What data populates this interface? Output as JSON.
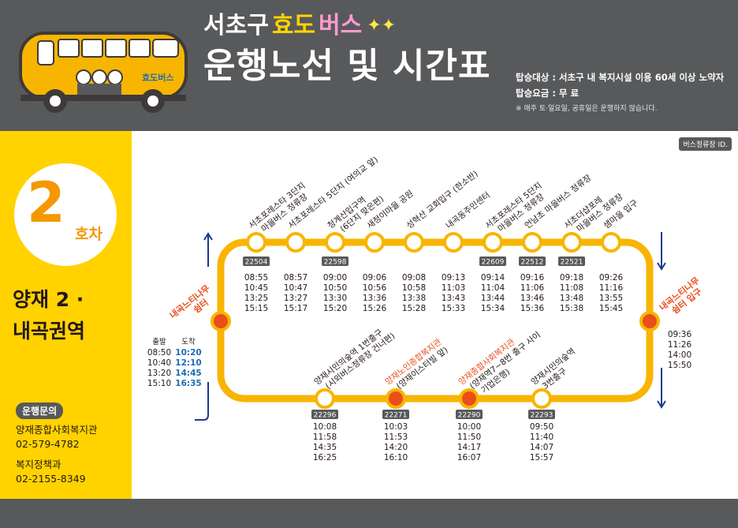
{
  "header": {
    "district": "서초구",
    "brand_hyo": "효도",
    "brand_bus": "버스",
    "title": "운행노선 및 시간표",
    "eligibility": "탑승대상 : 서초구 내 복지시설 이용 60세 이상 노약자",
    "fare": "탑승요금 : 무   료",
    "note": "※ 매주 토·일요일, 공휴일은 운행하지 않습니다.",
    "bus_sign": "효도버스"
  },
  "sidebar": {
    "route_number": "2",
    "route_suffix": "호차",
    "area_line1": "양재 2 ·",
    "area_line2": "내곡권역",
    "contact_badge": "운행문의",
    "contact1_name": "양재종합사회복지관",
    "contact1_phone": "02-579-4782",
    "contact2_name": "복지정책과",
    "contact2_phone": "02-2155-8349"
  },
  "legend": {
    "stop_id_tag": "버스정류장 ID."
  },
  "terminals": {
    "left_name_line1": "내곡느티나무",
    "left_name_line2": "쉼터",
    "right_name_line1": "내곡느티나무",
    "right_name_line2": "쉼터 입구",
    "dep_header": "출발",
    "arr_header": "도착",
    "departures": [
      "08:50",
      "10:40",
      "13:20",
      "15:10"
    ],
    "arrivals": [
      "10:20",
      "12:10",
      "14:45",
      "16:35"
    ],
    "right_times": [
      "09:36",
      "11:26",
      "14:00",
      "15:50"
    ]
  },
  "top_stops": [
    {
      "line1": "서초포레스타 3단지",
      "line2": "마을버스 정류장",
      "id": "22504",
      "times": [
        "08:55",
        "10:45",
        "13:25",
        "15:15"
      ]
    },
    {
      "line1": "서초포레스타 5단지 (여의교 앞)",
      "line2": "",
      "id": "",
      "times": [
        "08:57",
        "10:47",
        "13:27",
        "15:17"
      ]
    },
    {
      "line1": "청계산입구역",
      "line2": "(6단지 맞은편)",
      "id": "22598",
      "times": [
        "09:00",
        "10:50",
        "13:30",
        "15:20"
      ]
    },
    {
      "line1": "새정이마을 공원",
      "line2": "",
      "id": "",
      "times": [
        "09:06",
        "10:56",
        "13:36",
        "15:26"
      ]
    },
    {
      "line1": "성혁산 교회입구 (한소반)",
      "line2": "",
      "id": "",
      "times": [
        "09:08",
        "10:58",
        "13:38",
        "15:28"
      ]
    },
    {
      "line1": "내곡동주민센터",
      "line2": "",
      "id": "",
      "times": [
        "09:13",
        "11:03",
        "13:43",
        "15:33"
      ]
    },
    {
      "line1": "서초포레스타 5단지",
      "line2": "마을버스 정류장",
      "id": "22609",
      "times": [
        "09:14",
        "11:04",
        "13:44",
        "15:34"
      ]
    },
    {
      "line1": "언남초 마을버스 정류장",
      "line2": "",
      "id": "22512",
      "times": [
        "09:16",
        "11:06",
        "13:46",
        "15:36"
      ]
    },
    {
      "line1": "서초더샵포레",
      "line2": "마을버스 정류장",
      "id": "22521",
      "times": [
        "09:18",
        "11:08",
        "13:48",
        "15:38"
      ]
    },
    {
      "line1": "샘마을 입구",
      "line2": "",
      "id": "",
      "times": [
        "09:26",
        "11:16",
        "13:55",
        "15:45"
      ]
    }
  ],
  "bottom_stops": [
    {
      "line1": "양재시민의숲역 1번출구",
      "line2": "(시외버스정류장 건너편)",
      "id": "22296",
      "highlight": false,
      "times": [
        "10:08",
        "11:58",
        "14:35",
        "16:25"
      ]
    },
    {
      "line1": "양재노인종합복지관",
      "line2": "(양재이스터빌 앞)",
      "id": "22271",
      "highlight": true,
      "times": [
        "10:03",
        "11:53",
        "14:20",
        "16:10"
      ]
    },
    {
      "line1": "양재종합사회복지관",
      "line2": "(양재역7~8번 출구 사이",
      "line3": "기업은행)",
      "id": "22290",
      "highlight": true,
      "times": [
        "10:00",
        "11:50",
        "14:17",
        "16:07"
      ]
    },
    {
      "line1": "양재시민의숲역",
      "line2": "3번출구",
      "id": "22293",
      "highlight": false,
      "times": [
        "09:50",
        "11:40",
        "14:07",
        "15:57"
      ]
    }
  ],
  "colors": {
    "route_yellow": "#f8b500",
    "accent_orange": "#f39800",
    "highlight_red": "#e94e1b",
    "arrival_blue": "#1d6cb3",
    "arrow_navy": "#1a3a8f",
    "header_gray": "#58595b",
    "sidebar_yellow": "#ffd200"
  }
}
